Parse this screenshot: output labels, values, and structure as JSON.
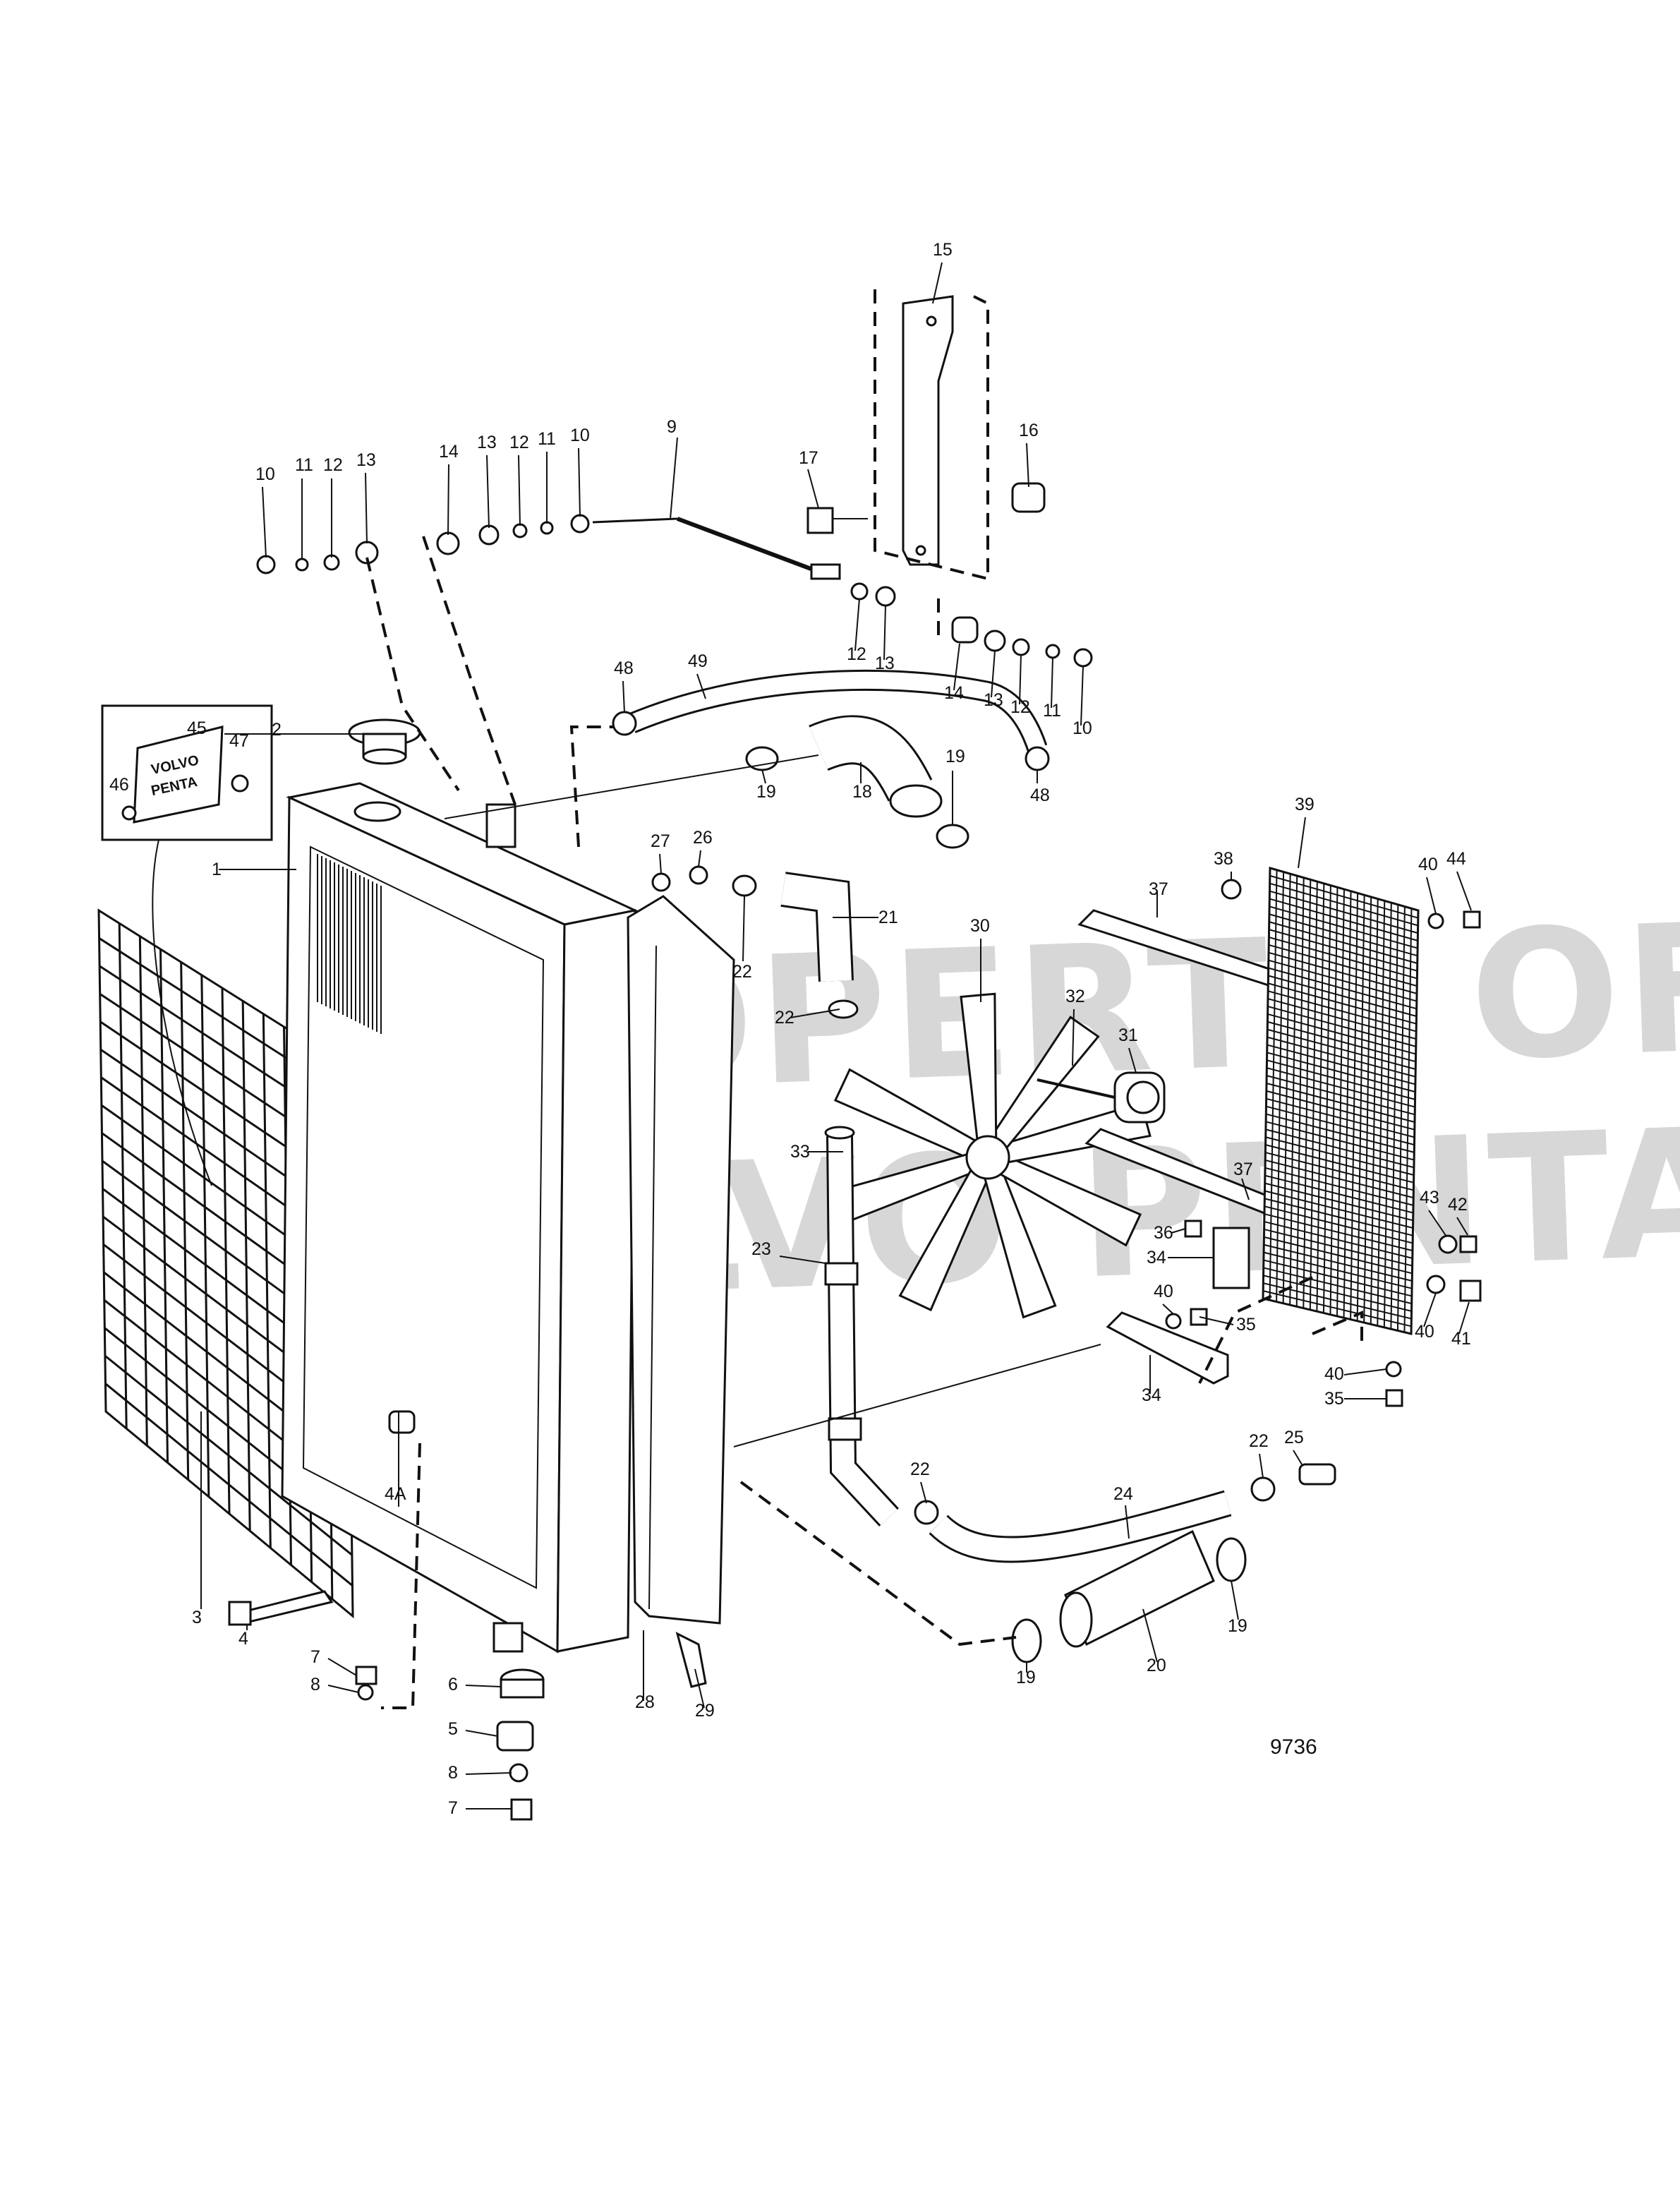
{
  "diagram": {
    "figure_number": "9736",
    "watermark_lines": [
      "PROPERTY OF",
      "VOLVO PENTA"
    ],
    "plate_text_lines": [
      "VOLVO",
      "PENTA"
    ],
    "callouts": [
      {
        "id": "c-15",
        "label": "15"
      },
      {
        "id": "c-16",
        "label": "16"
      },
      {
        "id": "c-17",
        "label": "17"
      },
      {
        "id": "c-9",
        "label": "9"
      },
      {
        "id": "c-10a",
        "label": "10"
      },
      {
        "id": "c-11a",
        "label": "11"
      },
      {
        "id": "c-12a",
        "label": "12"
      },
      {
        "id": "c-13a",
        "label": "13"
      },
      {
        "id": "c-14a",
        "label": "14"
      },
      {
        "id": "c-13b",
        "label": "13"
      },
      {
        "id": "c-12b",
        "label": "12"
      },
      {
        "id": "c-11b",
        "label": "11"
      },
      {
        "id": "c-10b",
        "label": "10"
      },
      {
        "id": "c-12c",
        "label": "12"
      },
      {
        "id": "c-13c",
        "label": "13"
      },
      {
        "id": "c-14b",
        "label": "14"
      },
      {
        "id": "c-13d",
        "label": "13"
      },
      {
        "id": "c-12d",
        "label": "12"
      },
      {
        "id": "c-11c",
        "label": "11"
      },
      {
        "id": "c-10c",
        "label": "10"
      },
      {
        "id": "c-48a",
        "label": "48"
      },
      {
        "id": "c-49",
        "label": "49"
      },
      {
        "id": "c-19a",
        "label": "19"
      },
      {
        "id": "c-18",
        "label": "18"
      },
      {
        "id": "c-19b",
        "label": "19"
      },
      {
        "id": "c-48b",
        "label": "48"
      },
      {
        "id": "c-45",
        "label": "45"
      },
      {
        "id": "c-47",
        "label": "47"
      },
      {
        "id": "c-46",
        "label": "46"
      },
      {
        "id": "c-2",
        "label": "2"
      },
      {
        "id": "c-1",
        "label": "1"
      },
      {
        "id": "c-27",
        "label": "27"
      },
      {
        "id": "c-26",
        "label": "26"
      },
      {
        "id": "c-21",
        "label": "21"
      },
      {
        "id": "c-22a",
        "label": "22"
      },
      {
        "id": "c-22b",
        "label": "22"
      },
      {
        "id": "c-30",
        "label": "30"
      },
      {
        "id": "c-32",
        "label": "32"
      },
      {
        "id": "c-31",
        "label": "31"
      },
      {
        "id": "c-33",
        "label": "33"
      },
      {
        "id": "c-37a",
        "label": "37"
      },
      {
        "id": "c-38",
        "label": "38"
      },
      {
        "id": "c-39",
        "label": "39"
      },
      {
        "id": "c-40a",
        "label": "40"
      },
      {
        "id": "c-44",
        "label": "44"
      },
      {
        "id": "c-37b",
        "label": "37"
      },
      {
        "id": "c-36",
        "label": "36"
      },
      {
        "id": "c-34a",
        "label": "34"
      },
      {
        "id": "c-43",
        "label": "43"
      },
      {
        "id": "c-42",
        "label": "42"
      },
      {
        "id": "c-40b",
        "label": "40"
      },
      {
        "id": "c-35a",
        "label": "35"
      },
      {
        "id": "c-40c",
        "label": "40"
      },
      {
        "id": "c-41",
        "label": "41"
      },
      {
        "id": "c-34b",
        "label": "34"
      },
      {
        "id": "c-40d",
        "label": "40"
      },
      {
        "id": "c-35b",
        "label": "35"
      },
      {
        "id": "c-23",
        "label": "23"
      },
      {
        "id": "c-22c",
        "label": "22"
      },
      {
        "id": "c-24",
        "label": "24"
      },
      {
        "id": "c-22d",
        "label": "22"
      },
      {
        "id": "c-25",
        "label": "25"
      },
      {
        "id": "c-19c",
        "label": "19"
      },
      {
        "id": "c-20",
        "label": "20"
      },
      {
        "id": "c-19d",
        "label": "19"
      },
      {
        "id": "c-3",
        "label": "3"
      },
      {
        "id": "c-4",
        "label": "4"
      },
      {
        "id": "c-4A",
        "label": "4A"
      },
      {
        "id": "c-7a",
        "label": "7"
      },
      {
        "id": "c-8a",
        "label": "8"
      },
      {
        "id": "c-6",
        "label": "6"
      },
      {
        "id": "c-5",
        "label": "5"
      },
      {
        "id": "c-8b",
        "label": "8"
      },
      {
        "id": "c-7b",
        "label": "7"
      },
      {
        "id": "c-28",
        "label": "28"
      },
      {
        "id": "c-29",
        "label": "29"
      }
    ]
  }
}
